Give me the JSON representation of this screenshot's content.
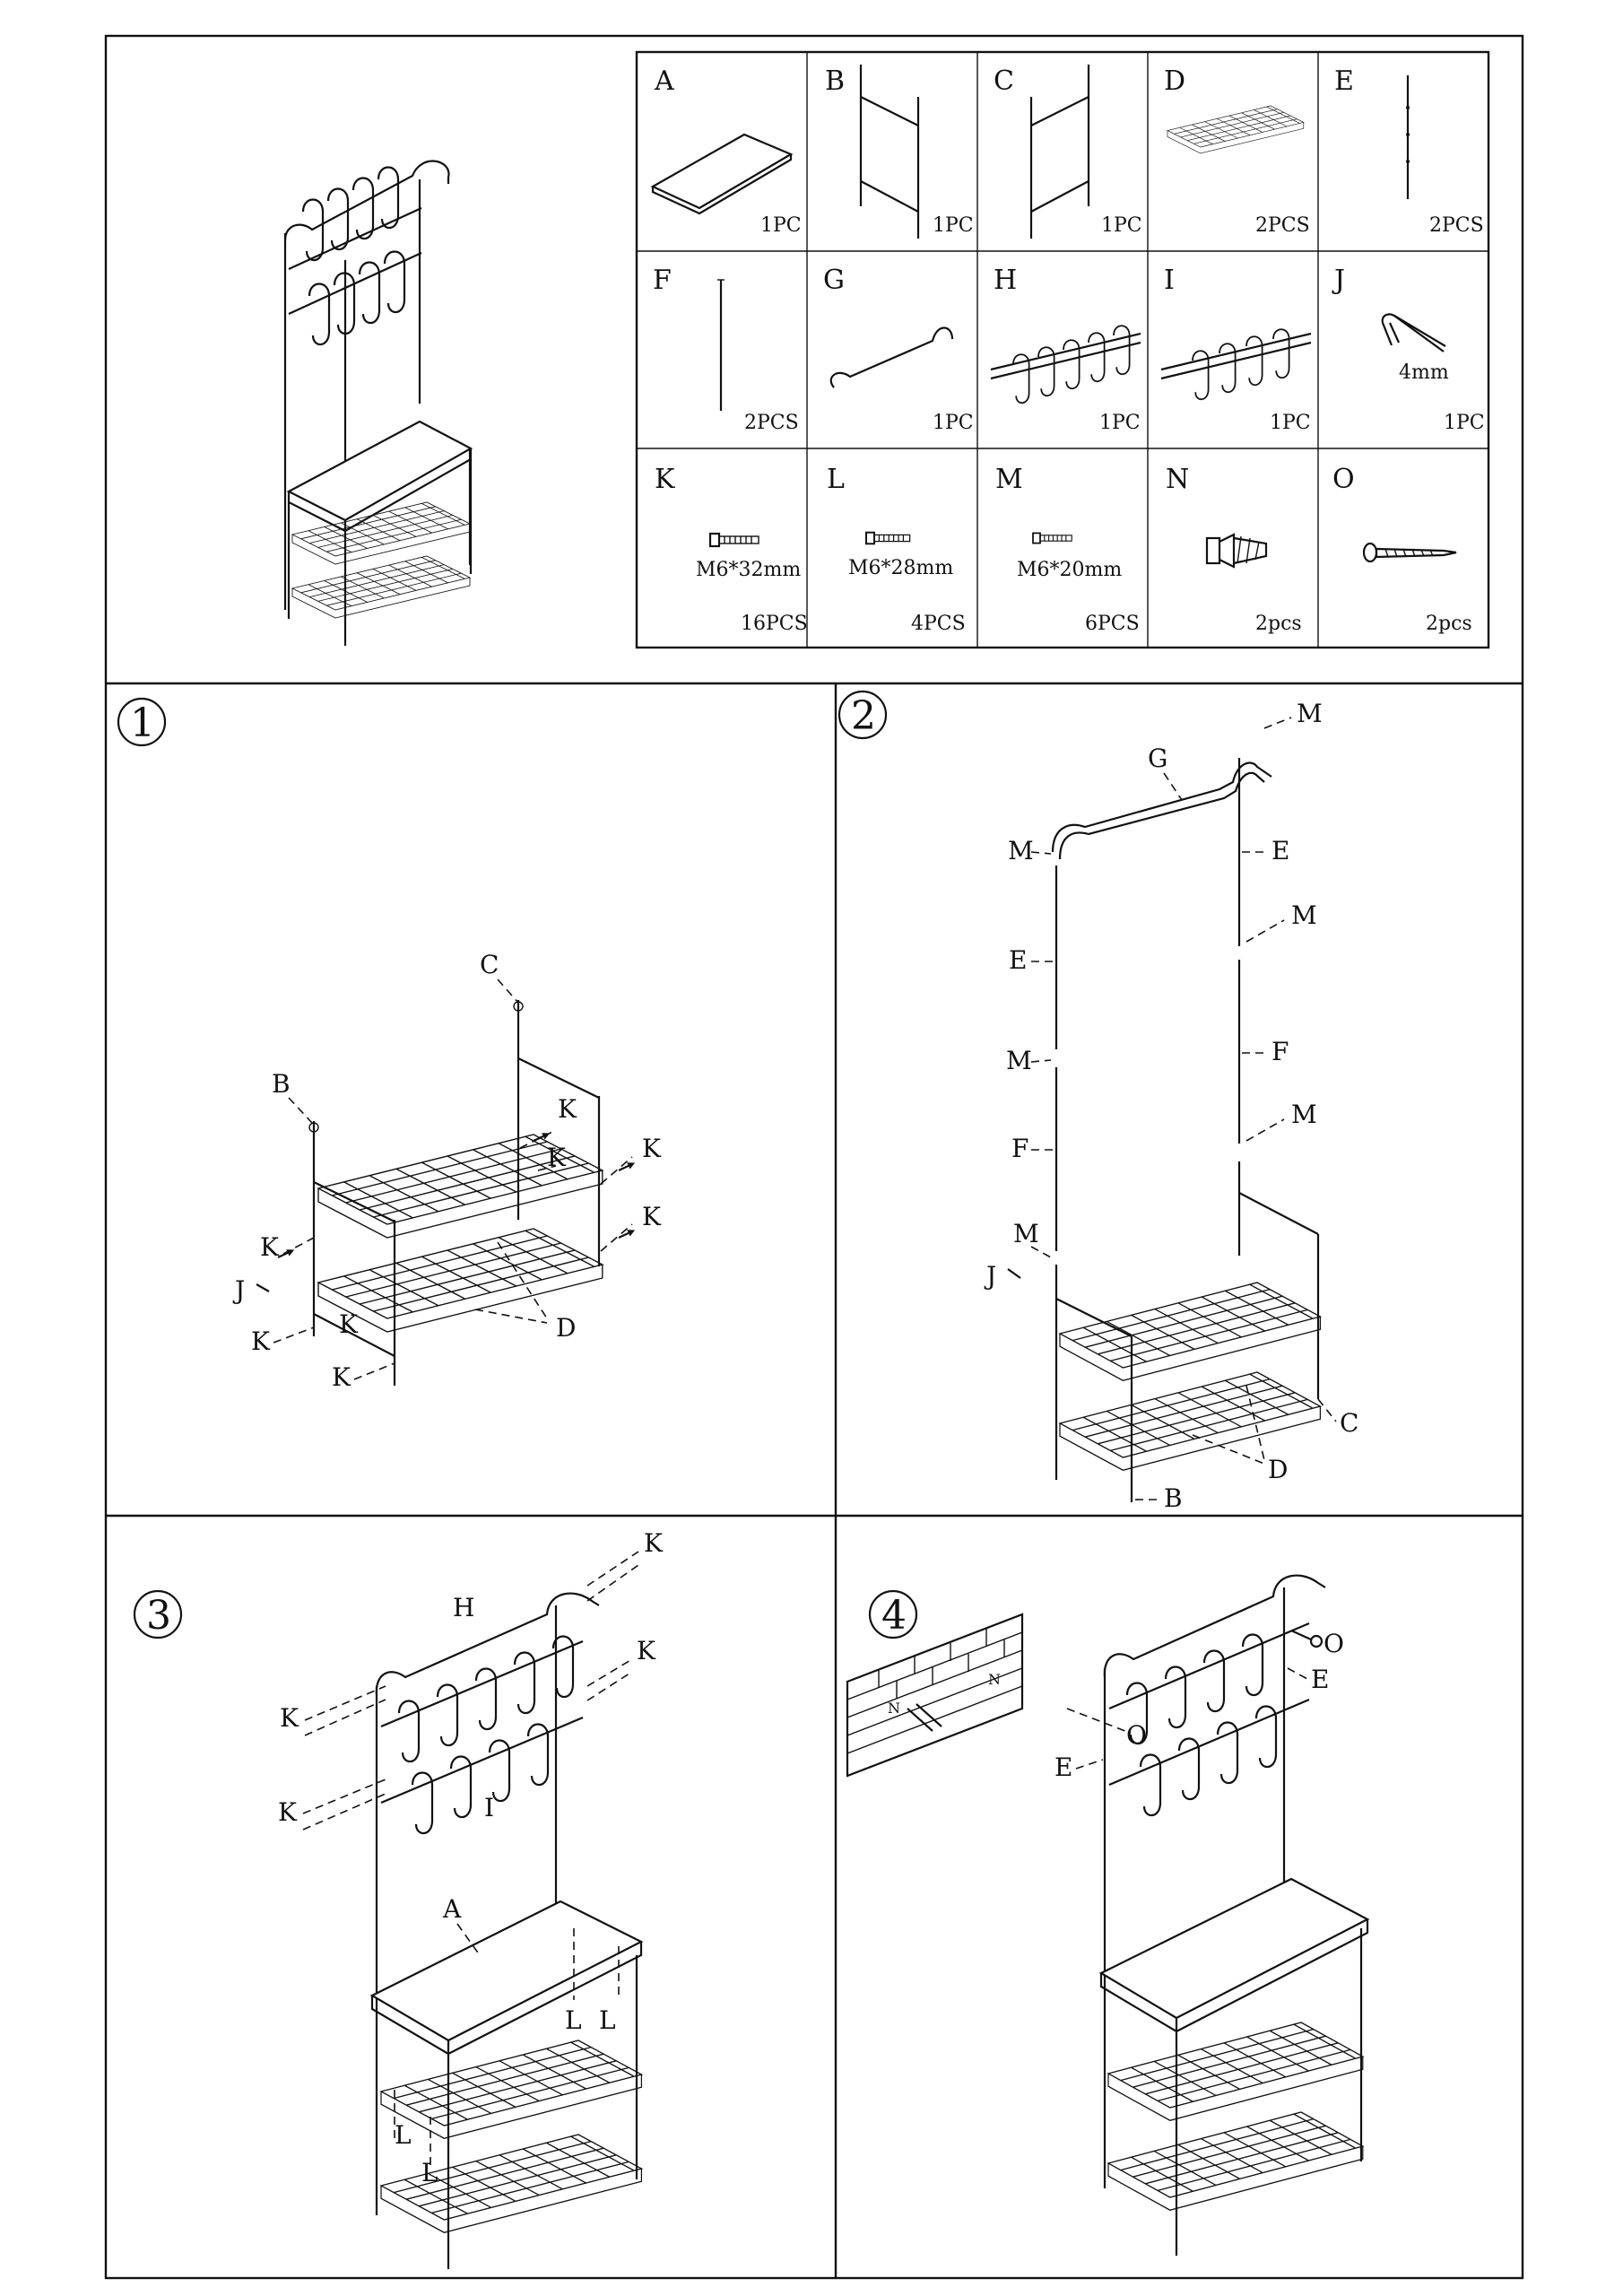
{
  "parts": [
    {
      "letter": "A",
      "qty": "1PC",
      "spec": "",
      "icon": "wood-panel-icon"
    },
    {
      "letter": "B",
      "qty": "1PC",
      "spec": "",
      "icon": "side-frame-icon"
    },
    {
      "letter": "C",
      "qty": "1PC",
      "spec": "",
      "icon": "side-frame-icon"
    },
    {
      "letter": "D",
      "qty": "2PCS",
      "spec": "",
      "icon": "wire-shelf-icon"
    },
    {
      "letter": "E",
      "qty": "2PCS",
      "spec": "",
      "icon": "upper-tube-icon"
    },
    {
      "letter": "F",
      "qty": "2PCS",
      "spec": "",
      "icon": "lower-tube-icon"
    },
    {
      "letter": "G",
      "qty": "1PC",
      "spec": "",
      "icon": "top-bar-icon"
    },
    {
      "letter": "H",
      "qty": "1PC",
      "spec": "",
      "icon": "hook-rail-icon"
    },
    {
      "letter": "I",
      "qty": "1PC",
      "spec": "",
      "icon": "hook-rail-icon"
    },
    {
      "letter": "J",
      "qty": "1PC",
      "spec": "4mm",
      "icon": "allen-key-icon"
    },
    {
      "letter": "K",
      "qty": "16PCS",
      "spec": "M6*32mm",
      "icon": "bolt-icon"
    },
    {
      "letter": "L",
      "qty": "4PCS",
      "spec": "M6*28mm",
      "icon": "bolt-icon"
    },
    {
      "letter": "M",
      "qty": "6PCS",
      "spec": "M6*20mm",
      "icon": "bolt-icon"
    },
    {
      "letter": "N",
      "qty": "2pcs",
      "spec": "",
      "icon": "wall-anchor-icon"
    },
    {
      "letter": "O",
      "qty": "2pcs",
      "spec": "",
      "icon": "wood-screw-icon"
    }
  ],
  "steps": [
    {
      "number": "1",
      "callouts": {
        "c": "C",
        "b": "B",
        "k": "K",
        "j": "J",
        "d": "D"
      }
    },
    {
      "number": "2",
      "callouts": {
        "m": "M",
        "g": "G",
        "e": "E",
        "f": "F",
        "j": "J",
        "c": "C",
        "d": "D",
        "b": "B"
      }
    },
    {
      "number": "3",
      "callouts": {
        "k": "K",
        "h": "H",
        "i": "I",
        "a": "A",
        "l": "L"
      }
    },
    {
      "number": "4",
      "callouts": {
        "n": "N",
        "o": "O",
        "e": "E"
      }
    }
  ]
}
